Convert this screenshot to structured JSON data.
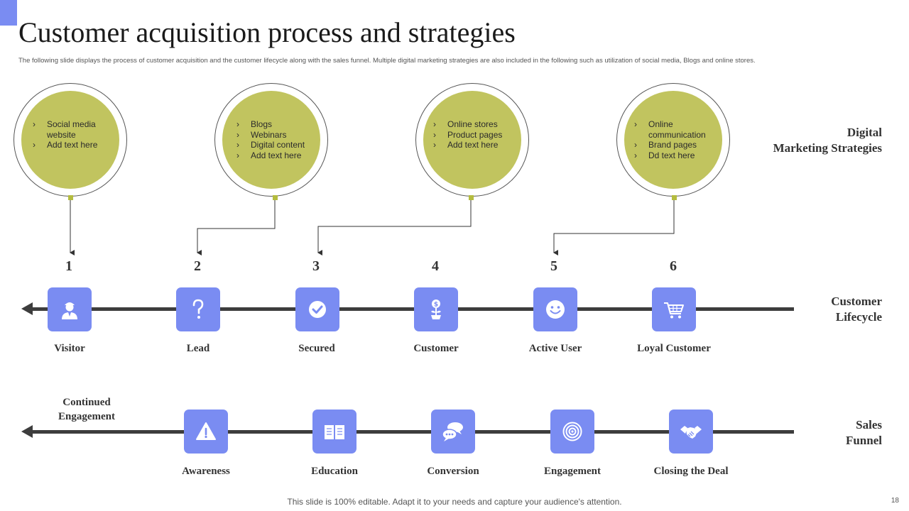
{
  "header": {
    "title": "Customer acquisition process and strategies",
    "subtitle": "The following slide displays the process of customer acquisition and the customer lifecycle along with the sales funnel. Multiple digital marketing strategies are also included in the following such as utilization of social media, Blogs and online stores."
  },
  "strategies": [
    {
      "items": [
        "Social media website",
        "Add text here"
      ]
    },
    {
      "items": [
        "Blogs",
        "Webinars",
        "Digital content",
        "Add text here"
      ]
    },
    {
      "items": [
        "Online stores",
        "Product pages",
        "Add text here"
      ]
    },
    {
      "items": [
        "Online communication",
        "Brand pages",
        "Dd text here"
      ]
    }
  ],
  "row_labels": {
    "digital": [
      "Digital",
      "Marketing Strategies"
    ],
    "lifecycle": [
      "Customer",
      "Lifecycle"
    ],
    "funnel": [
      "Sales",
      "Funnel"
    ]
  },
  "lifecycle": [
    {
      "number": "1",
      "label": "Visitor",
      "icon": "user-icon"
    },
    {
      "number": "2",
      "label": "Lead",
      "icon": "question-icon"
    },
    {
      "number": "3",
      "label": "Secured",
      "icon": "checkmark-icon"
    },
    {
      "number": "4",
      "label": "Customer",
      "icon": "money-plant-icon"
    },
    {
      "number": "5",
      "label": "Active User",
      "icon": "smiley-icon"
    },
    {
      "number": "6",
      "label": "Loyal Customer",
      "icon": "cart-icon"
    }
  ],
  "funnel": {
    "start_label": [
      "Continued",
      "Engagement"
    ],
    "stages": [
      {
        "label": "Awareness",
        "icon": "warning-icon"
      },
      {
        "label": "Education",
        "icon": "book-icon"
      },
      {
        "label": "Conversion",
        "icon": "chat-icon"
      },
      {
        "label": "Engagement",
        "icon": "target-icon"
      },
      {
        "label": "Closing the Deal",
        "icon": "handshake-icon"
      }
    ]
  },
  "footer": {
    "note": "This slide is 100% editable. Adapt it to your needs and capture your audience's attention.",
    "page": "18"
  },
  "colors": {
    "accent": "#7a8cf2",
    "circle": "#c1c45f",
    "line": "#3d3d3d"
  }
}
